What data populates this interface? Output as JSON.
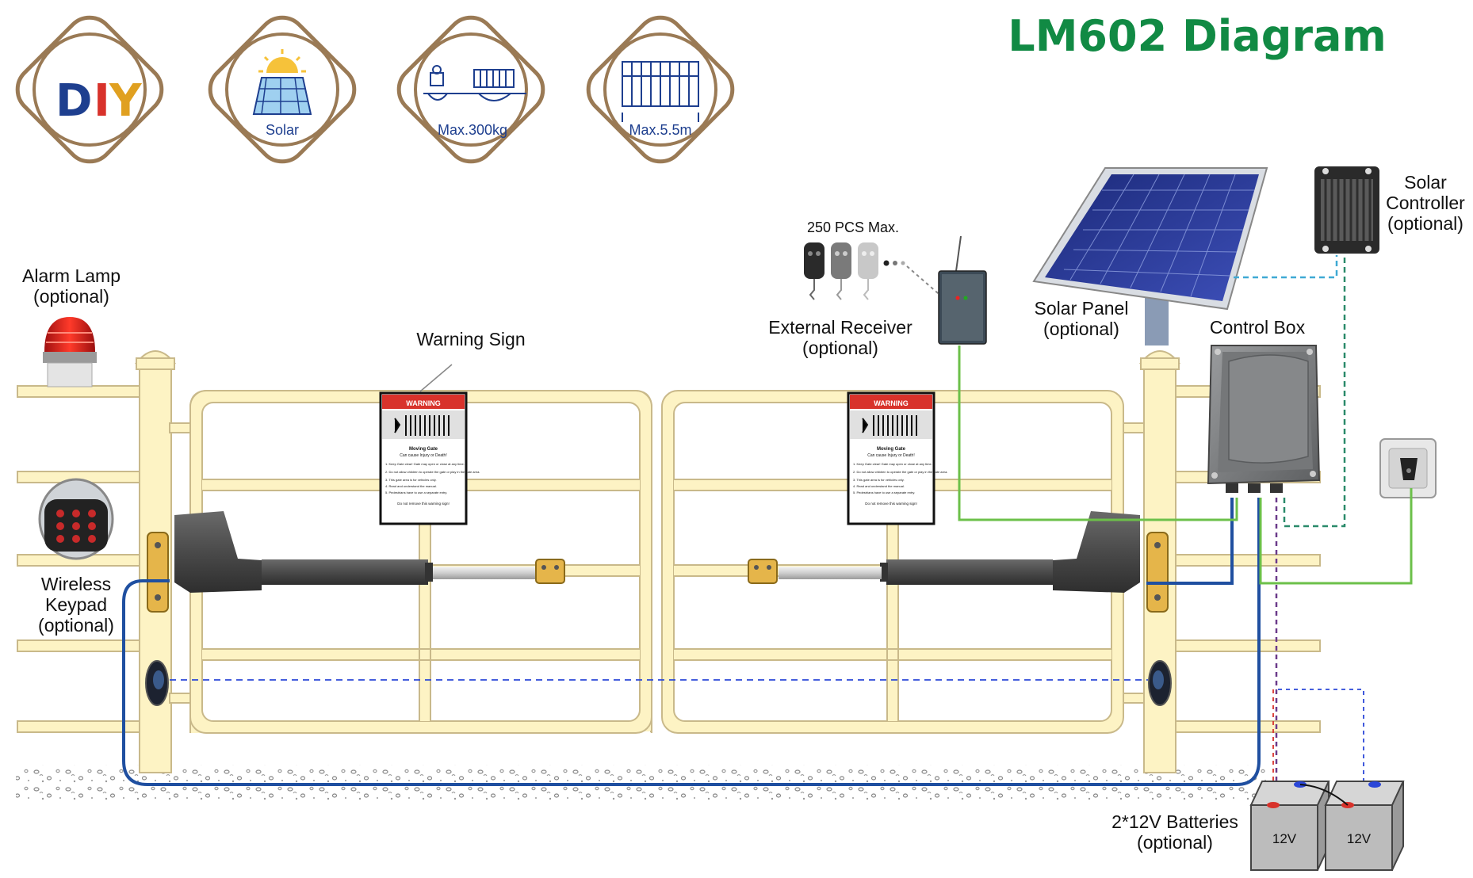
{
  "title": "LM602 Diagram",
  "badges": {
    "diy": [
      "D",
      "I",
      "Y"
    ],
    "solar": "Solar",
    "weight": "Max.300kg",
    "length": "Max.5.5m"
  },
  "labels": {
    "alarm_lamp": [
      "Alarm Lamp",
      "(optional)"
    ],
    "wireless_keypad": [
      "Wireless",
      "Keypad",
      "(optional)"
    ],
    "warning_sign": "Warning Sign",
    "remotes_max": "250 PCS Max.",
    "external_receiver": [
      "External Receiver",
      "(optional)"
    ],
    "solar_panel": [
      "Solar Panel",
      "(optional)"
    ],
    "control_box": "Control Box",
    "solar_controller": [
      "Solar",
      "Controller",
      "(optional)"
    ],
    "batteries": [
      "2*12V Batteries",
      "(optional)"
    ],
    "battery_voltage": "12V"
  },
  "warning_plate": {
    "header": "WARNING",
    "heading": "Moving Gate",
    "subheading": "Can cause Injury or Death!",
    "rules": [
      "1. Keep Gate clear! Gate may open or close at any time.",
      "2. Do not allow children to operate the gate or play in the gate area.",
      "3. This gate area is for vehicles only.",
      "4. Read and understand the manual.",
      "5. Pedestrians have to use a separate entry."
    ],
    "footer": "Do not remove this warning sign!"
  },
  "colors": {
    "title_green": "#118a44",
    "badge_brown": "#9a7a55",
    "badge_blue": "#1e3f8f",
    "fence_fill": "#fdf3c4",
    "fence_stroke": "#c9b98a",
    "wire_blue": "#1f4fa0",
    "wire_green": "#6cc04a",
    "wire_cyan_dashed": "#3fa9d4",
    "wire_teal_dashed": "#2a8a6a",
    "wire_purple_dashed": "#6b3a8a",
    "wire_red_dashed": "#d8322b",
    "beam_blue_dashed": "#2b47d8",
    "warning_red": "#d8322b"
  },
  "icons": [
    "alarm-lamp-icon",
    "keypad-icon",
    "remote-fob-icon",
    "receiver-icon",
    "solar-panel-icon",
    "solar-controller-icon",
    "control-box-icon",
    "power-socket-icon",
    "photocell-icon",
    "actuator-arm-icon",
    "battery-icon"
  ]
}
